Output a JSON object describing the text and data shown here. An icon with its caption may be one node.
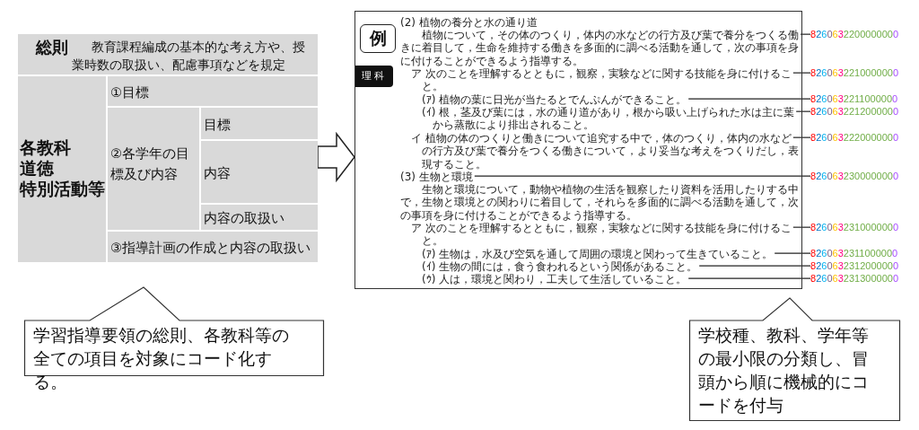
{
  "diagram": {
    "nodes": [
      {
        "text": [],
        "shape": "box"
      },
      {
        "text": [
          "総則",
          "教育課程編成の基本的な考え方や、授業時数の取扱い、配慮事項などを規定"
        ],
        "in": 0
      },
      {
        "text": [
          "各教科",
          "道徳",
          "特別活動等"
        ],
        "in": 0
      },
      {
        "text": [
          "①目標"
        ],
        "in": 0
      },
      {
        "text": [
          "②各学年の目標及び内容"
        ],
        "in": 0
      },
      {
        "text": [
          "目標"
        ],
        "in": 0
      },
      {
        "text": [
          "内容"
        ],
        "in": 0
      },
      {
        "text": [
          "内容の取扱い"
        ],
        "in": 0
      },
      {
        "text": [
          "③指導計画の作成と内容の取扱い"
        ],
        "in": 0
      },
      {
        "text": [],
        "shape": "box"
      },
      {
        "text": [
          "例"
        ],
        "in": 9
      },
      {
        "text": [
          "理科"
        ],
        "in": 9
      },
      {
        "text": [
          "(2) 植物の養分と水の通り道"
        ],
        "in": 9
      },
      {
        "text": [
          "植物について，その体のつくり，体内の水などの行方及び葉で養分をつくる働きに着目して，生命を維持する働きを多面的に調べる活動を通して，次の事項を身に付けることができるよう指導する。"
        ],
        "in": 9
      },
      {
        "text": [
          "ア 次のことを理解するとともに，観察，実験などに関する技能を身に付けること。"
        ],
        "in": 9
      },
      {
        "text": [
          "(ｱ) 植物の葉に日光が当たるとでんぷんができること。"
        ],
        "in": 9
      },
      {
        "text": [
          "(ｲ) 根，茎及び葉には，水の通り道があり，根から吸い上げられた水は主に葉から蒸散により排出されること。"
        ],
        "in": 9
      },
      {
        "text": [
          "イ 植物の体のつくりと働きについて追究する中で，体のつくり，体内の水などの行方及び葉で養分をつくる働きについて，より妥当な考えをつくりだし，表現すること。"
        ],
        "in": 9
      },
      {
        "text": [
          "(3) 生物と環境"
        ],
        "in": 9
      },
      {
        "text": [
          "生物と環境について，動物や植物の生活を観察したり資料を活用したりする中で，生物と環境との関わりに着目して，それらを多面的に調べる活動を通して，次の事項を身に付けることができるよう指導する。"
        ],
        "in": 9
      },
      {
        "text": [
          "ア 次のことを理解するとともに，観察，実験などに関する技能を身に付けること。"
        ],
        "in": 9
      },
      {
        "text": [
          "(ｱ) 生物は，水及び空気を通して周囲の環境と関わって生きていること。"
        ],
        "in": 9
      },
      {
        "text": [
          "(ｲ) 生物の間には，食う食われるという関係があること。"
        ],
        "in": 9
      },
      {
        "text": [
          "(ｳ) 人は，環境と関わり，工夫して生活していること。"
        ],
        "in": 9
      },
      {
        "text": [
          "8260632200000000"
        ]
      },
      {
        "text": [
          "8260632210000000"
        ]
      },
      {
        "text": [
          "8260632211000000"
        ]
      },
      {
        "text": [
          "8260632212000000"
        ]
      },
      {
        "text": [
          "8260632220000000"
        ]
      },
      {
        "text": [
          "8260632300000000"
        ]
      },
      {
        "text": [
          "8260632310000000"
        ]
      },
      {
        "text": [
          "8260632311000000"
        ]
      },
      {
        "text": [
          "8260632312000000"
        ]
      },
      {
        "text": [
          "8260632313000000"
        ]
      },
      {
        "text": [
          "学習指導要領の総則、各教科等の全ての項目を対象にコード化する。"
        ]
      },
      {
        "text": [
          "学校種、教科、学年等の最小限の分類し、冒頭から順に機械的にコードを付与"
        ]
      }
    ],
    "edges": [
      {
        "from": 0,
        "to": 9,
        "arrow": "to"
      },
      {
        "from": 24,
        "to": 13,
        "arrow": "none"
      },
      {
        "from": 25,
        "to": 14,
        "arrow": "none"
      },
      {
        "from": 26,
        "to": 15,
        "arrow": "none"
      },
      {
        "from": 27,
        "to": 16,
        "arrow": "none"
      },
      {
        "from": 28,
        "to": 17,
        "arrow": "none"
      },
      {
        "from": 29,
        "to": 18,
        "arrow": "none"
      },
      {
        "from": 30,
        "to": 20,
        "arrow": "none"
      },
      {
        "from": 31,
        "to": 21,
        "arrow": "none"
      },
      {
        "from": 32,
        "to": 22,
        "arrow": "none"
      },
      {
        "from": 33,
        "to": 23,
        "arrow": "none"
      }
    ]
  }
}
